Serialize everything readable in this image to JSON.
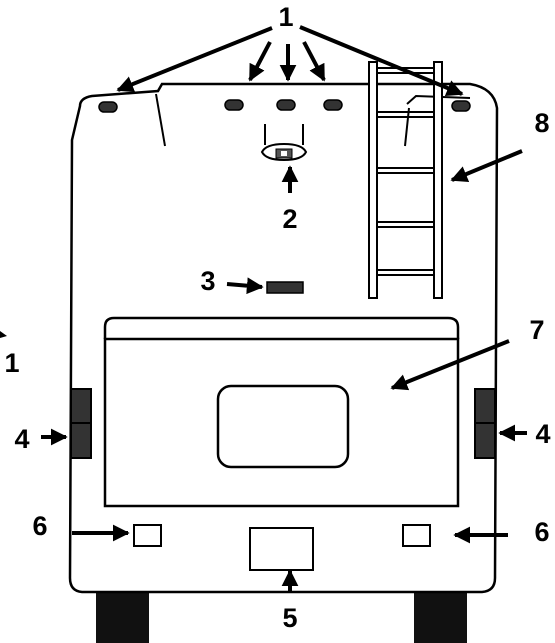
{
  "callouts": {
    "c1_top": "1",
    "c1_left": "1",
    "c2": "2",
    "c3": "3",
    "c4_left": "4",
    "c4_right": "4",
    "c5": "5",
    "c6_left": "6",
    "c6_right": "6",
    "c7": "7",
    "c8": "8"
  },
  "colors": {
    "ink": "#000000",
    "paper": "#ffffff",
    "lamp": "#333333",
    "tire": "#111111"
  }
}
